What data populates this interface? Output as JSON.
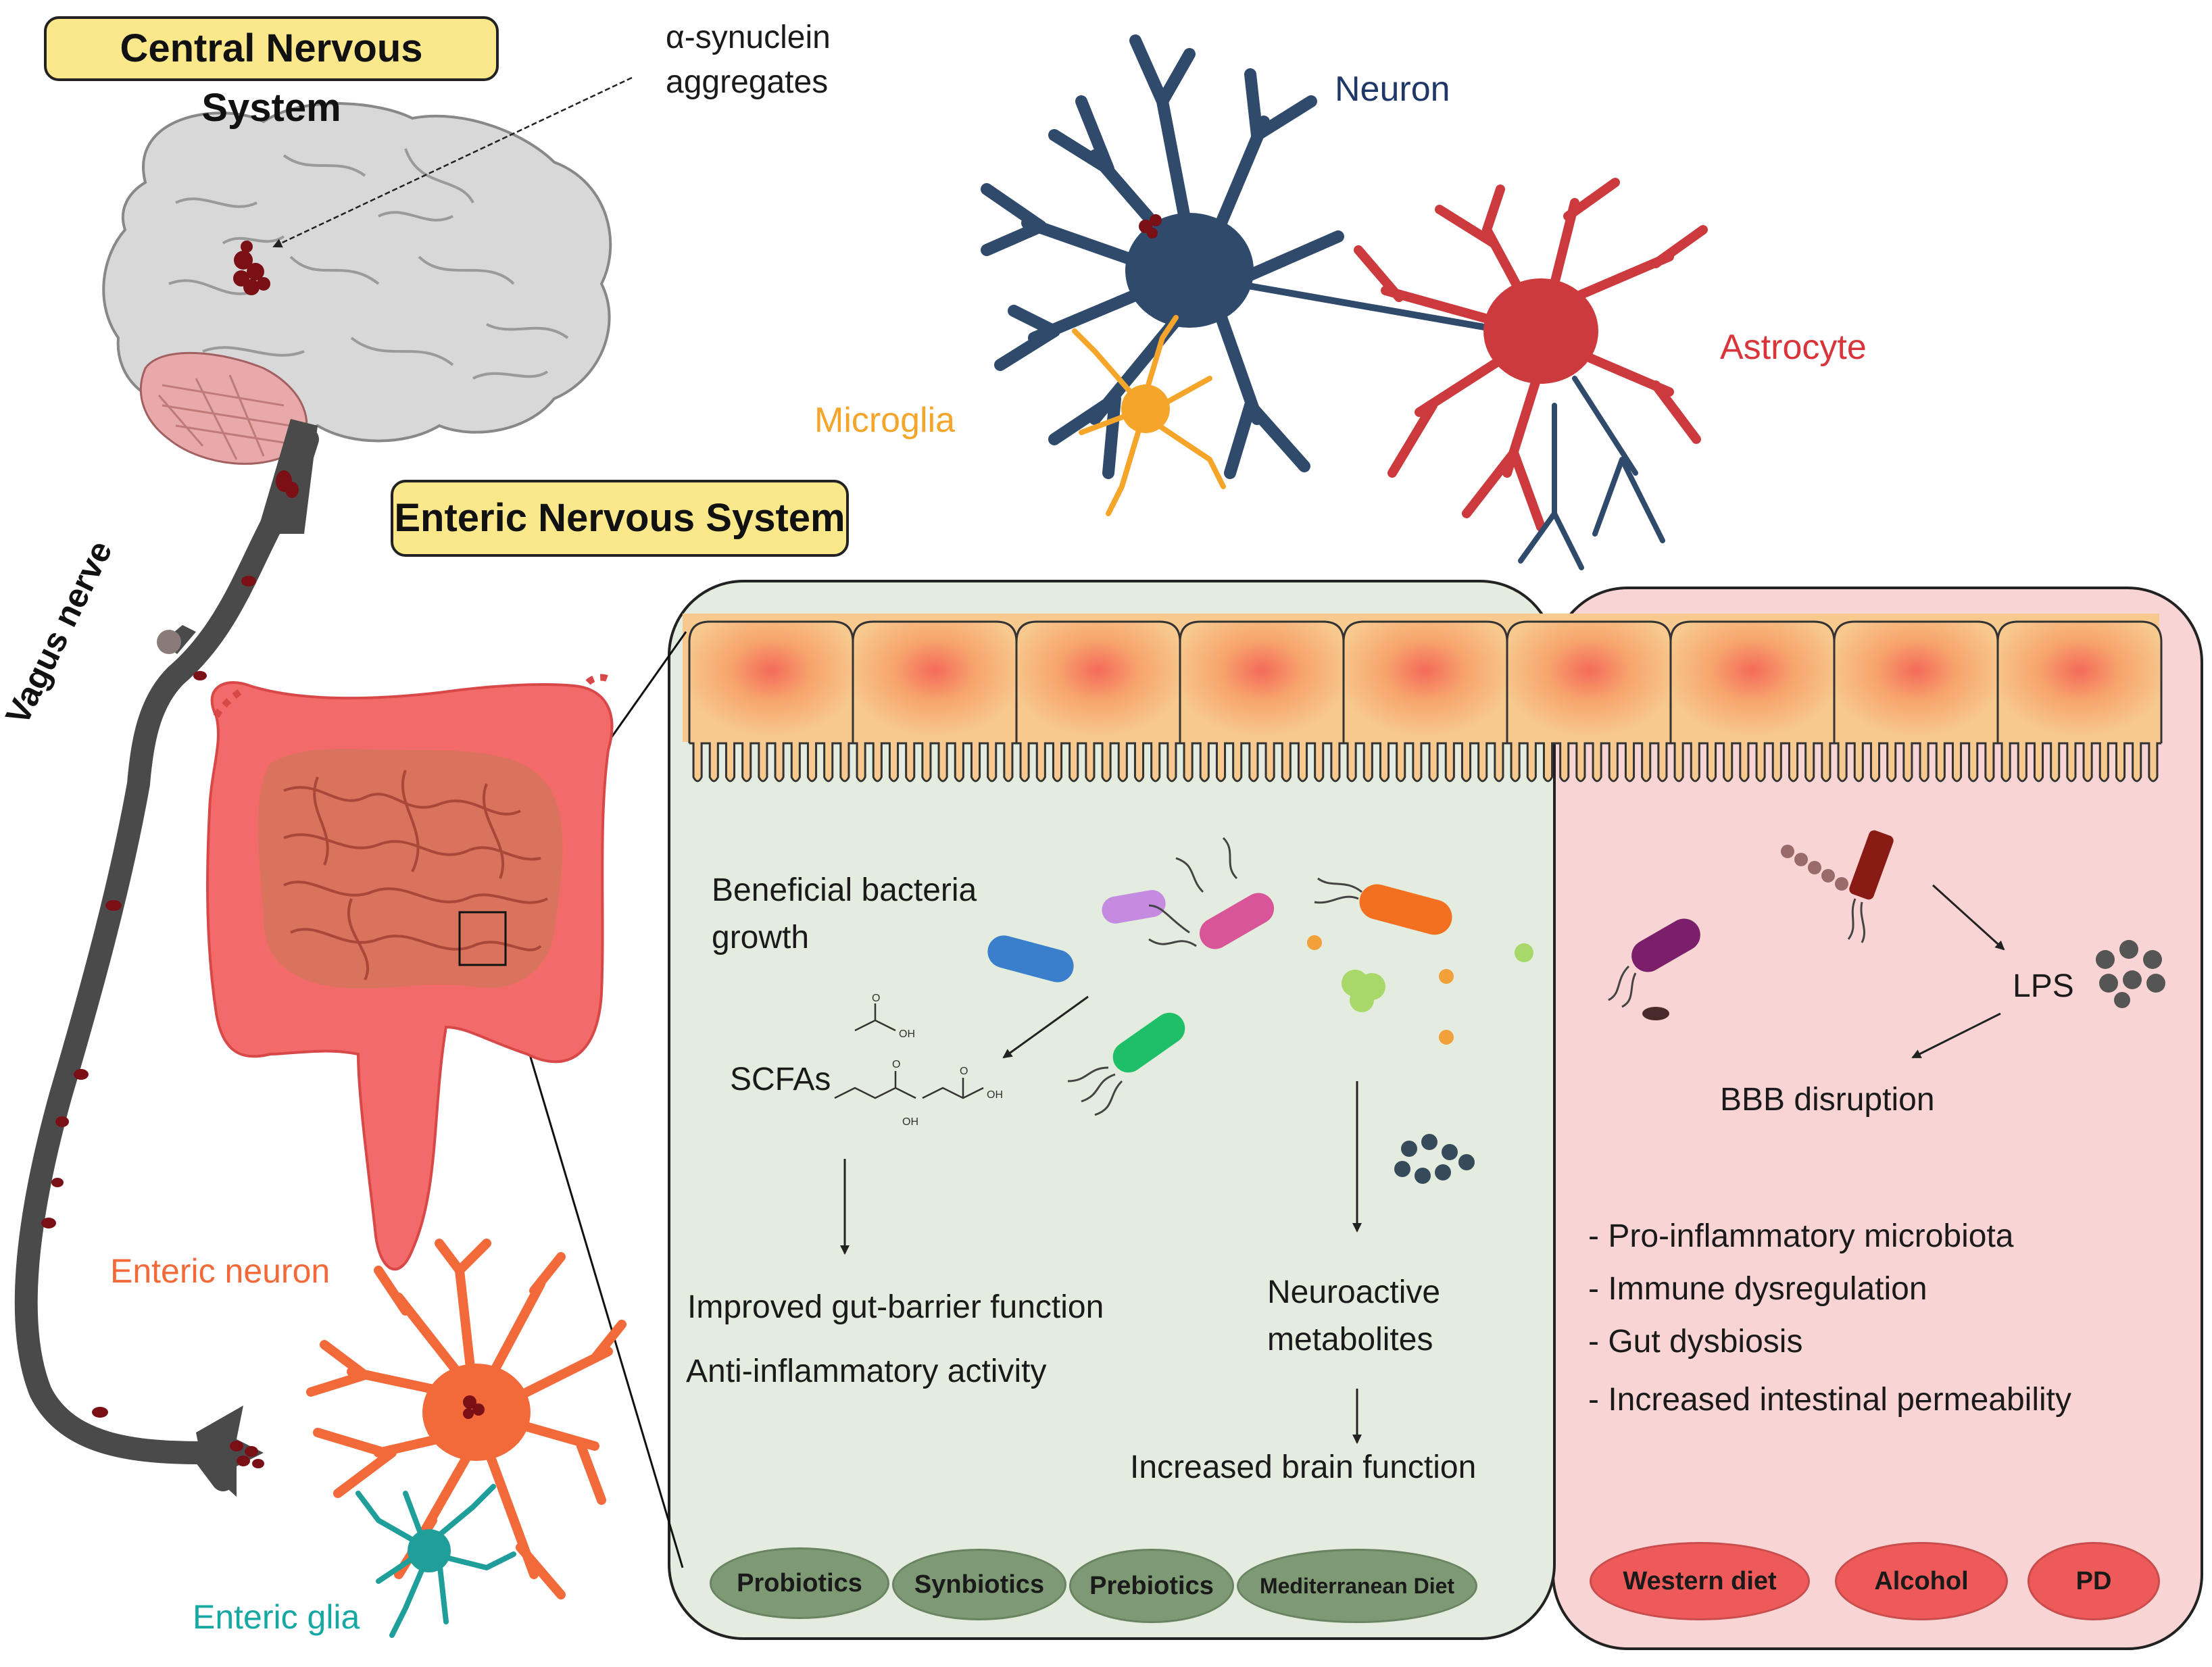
{
  "colors": {
    "green_panel": "#e3ecde",
    "pink_panel": "#f9d3d3",
    "epithelium": "#f6c78c",
    "neuron": "#2f4a6b",
    "astrocyte": "#cc3a3e",
    "microglia": "#f4a52a",
    "enteric_neuron": "#f26a3a",
    "enteric_glia": "#1f9e9a",
    "nerve": "#4a4a4a",
    "aggregate": "#7a0f16"
  },
  "labels": {
    "cns": "Central Nervous System",
    "ens": "Enteric Nervous System",
    "synuclein_line1": "α-synuclein",
    "synuclein_line2": "aggregates",
    "neuron": "Neuron",
    "astrocyte": "Astrocyte",
    "microglia": "Microglia",
    "vagus": "Vagus nerve",
    "enteric_neuron": "Enteric neuron",
    "enteric_glia": "Enteric glia"
  },
  "healthy": {
    "beneficial_line1": "Beneficial bacteria",
    "beneficial_line2": "growth",
    "scfas": "SCFAs",
    "improved": "Improved gut-barrier function",
    "anti_inflammatory": "Anti-inflammatory activity",
    "neuroactive_line1": "Neuroactive",
    "neuroactive_line2": "metabolites",
    "brain": "Increased brain function",
    "pills": [
      "Probiotics",
      "Synbiotics",
      "Prebiotics",
      "Mediterranean Diet"
    ]
  },
  "disease": {
    "lps": "LPS",
    "bbb": "BBB disruption",
    "list": [
      "- Pro-inflammatory microbiota",
      "- Immune dysregulation",
      "- Gut dysbiosis",
      "- Increased intestinal permeability"
    ],
    "pills": [
      "Western diet",
      "Alcohol",
      "PD"
    ]
  }
}
